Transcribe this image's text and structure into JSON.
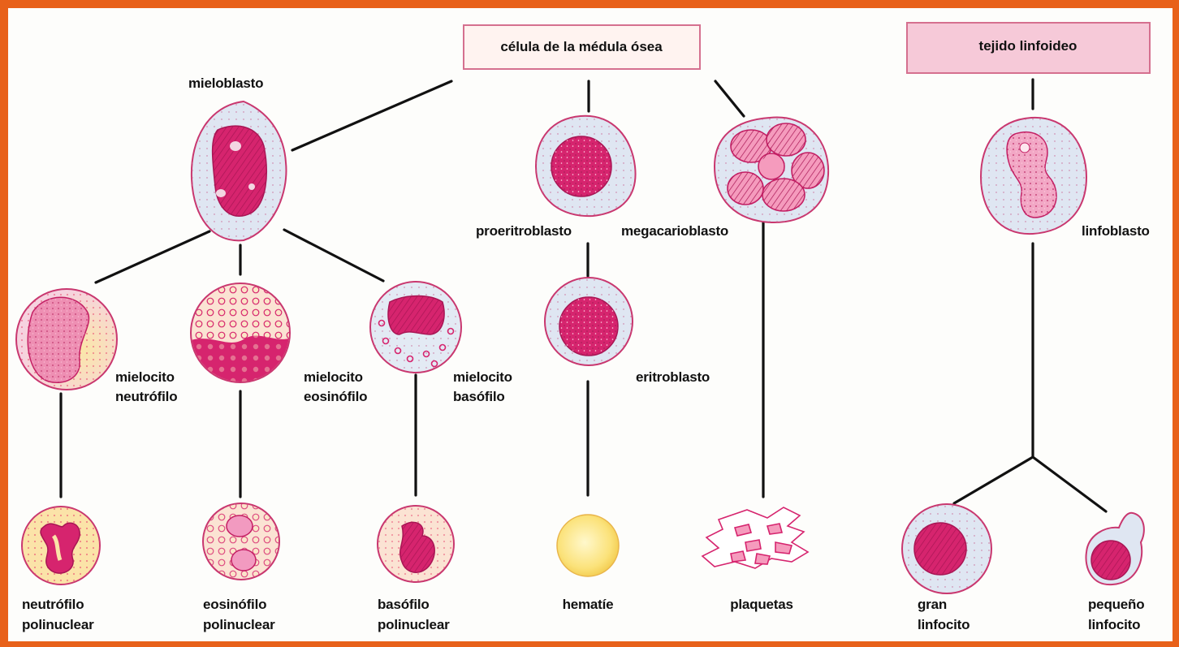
{
  "sources": {
    "bone_marrow": "célula de la médula ósea",
    "lymphoid": "tejido linfoideo"
  },
  "colors": {
    "frame": "#e8611a",
    "nucleus": "#d6246e",
    "cytoplasm": "#dfe6f2",
    "outline": "#c9376f",
    "box_marrow": "#fff3f0",
    "box_lymph": "#f6c9d8",
    "erythrocyte": "#fbe27a"
  },
  "labels": {
    "mieloblasto": "mieloblasto",
    "proeritroblasto": "proeritroblasto",
    "megacarioblasto": "megacarioblasto",
    "linfoblasto": "linfoblasto",
    "mielocito_neutrofilo_1": "mielocito",
    "mielocito_neutrofilo_2": "neutrófilo",
    "mielocito_eosinofilo_1": "mielocito",
    "mielocito_eosinofilo_2": "eosinófilo",
    "mielocito_basofilo_1": "mielocito",
    "mielocito_basofilo_2": "basófilo",
    "eritroblasto": "eritroblasto",
    "neutrofilo_1": "neutrófilo",
    "neutrofilo_2": "polinuclear",
    "eosinofilo_1": "eosinófilo",
    "eosinofilo_2": "polinuclear",
    "basofilo_1": "basófilo",
    "basofilo_2": "polinuclear",
    "hematie": "hematíe",
    "plaquetas": "plaquetas",
    "gran_1": "gran",
    "gran_2": "linfocito",
    "pequeno_1": "pequeño",
    "pequeno_2": "linfocito"
  }
}
